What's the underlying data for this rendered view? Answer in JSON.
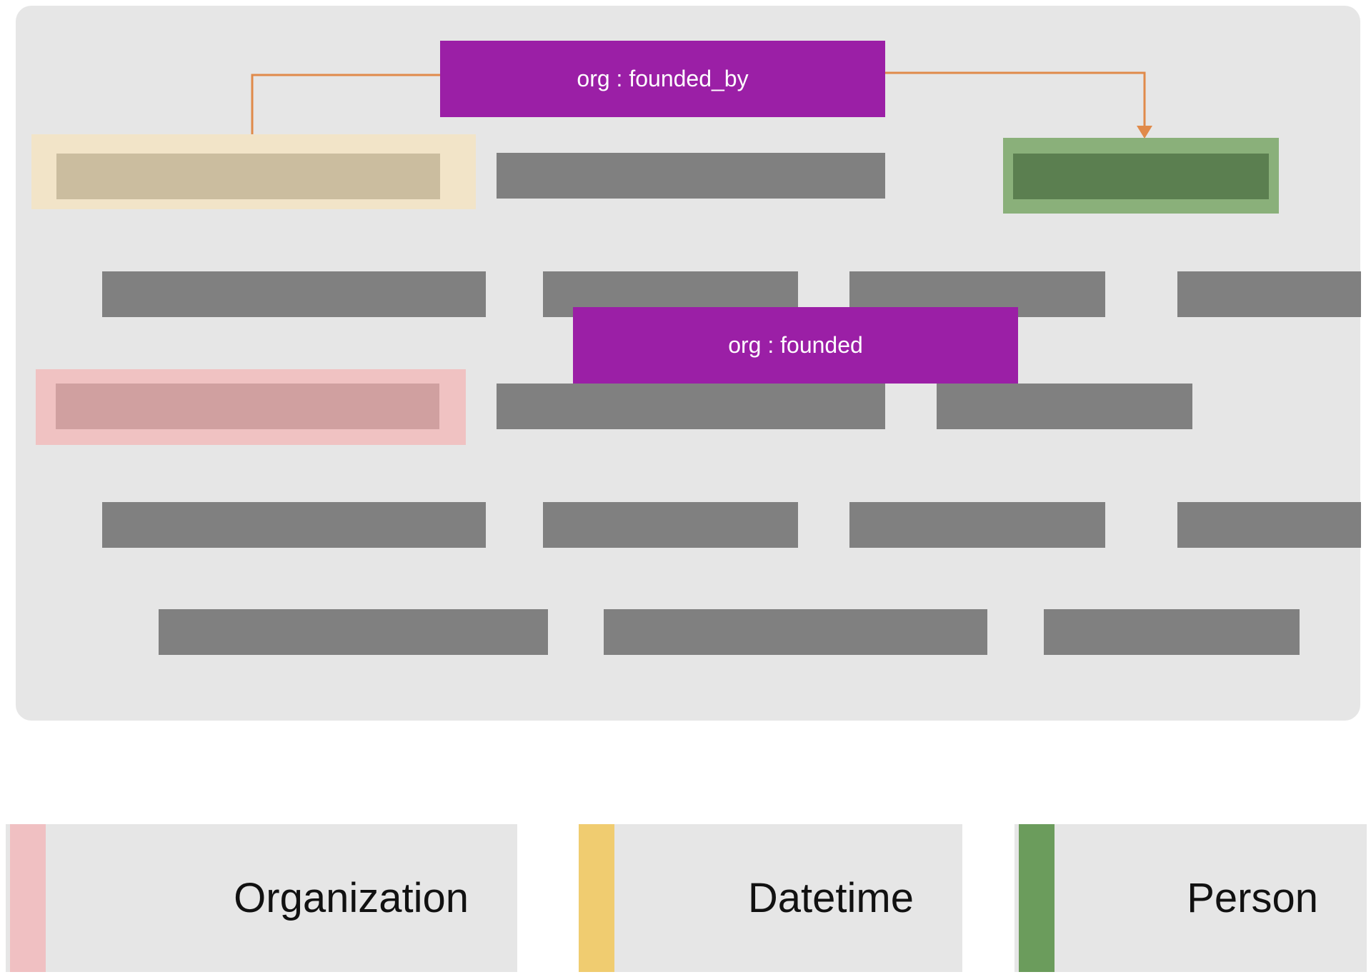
{
  "relations": [
    {
      "label": "org : founded_by",
      "color": "#9b1fa6"
    },
    {
      "label": "org : founded",
      "color": "#9b1fa6"
    }
  ],
  "link_color": "#e08a4a",
  "entity_colors": {
    "datetime_outer": "#f2e4c8",
    "datetime_inner": "#cbbd9f",
    "person_outer": "#8ab07a",
    "person_inner": "#5b7f50",
    "organization_outer": "#f0c2c2",
    "organization_inner": "#d0a0a0",
    "text_placeholder": "#808080"
  },
  "legend": [
    {
      "label": "Organization",
      "color": "#f0c0c2"
    },
    {
      "label": "Datetime",
      "color": "#f0cc70"
    },
    {
      "label": "Person",
      "color": "#6b9c5c"
    }
  ]
}
